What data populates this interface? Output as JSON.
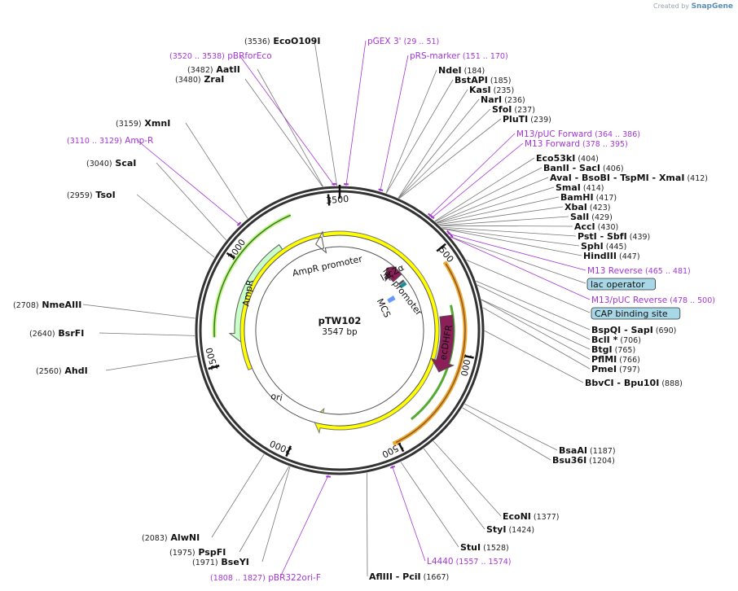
{
  "credit": {
    "prefix": "Created by",
    "brand": "SnapGene"
  },
  "plasmid": {
    "name": "pTW102",
    "length": 3547,
    "length_label": "3547 bp"
  },
  "ticks": [
    "500",
    "1000",
    "1500",
    "2000",
    "2500",
    "3000",
    "3500"
  ],
  "features": [
    {
      "name": "lacZα",
      "color": "#8b1f57"
    },
    {
      "name": "lac promoter",
      "color": "#1a8f99"
    },
    {
      "name": "MCS",
      "color": "#6699ff"
    },
    {
      "name": "ecDHFR",
      "color": "#8b1f57"
    },
    {
      "name": "ori",
      "color": "#ffff00"
    },
    {
      "name": "AmpR",
      "color": "#c9ffc9"
    },
    {
      "name": "AmpR promoter",
      "color": "#ffffff"
    }
  ],
  "labels": [
    {
      "pos": "(3536)",
      "name": "EcoO109I"
    },
    {
      "primer": "pGEX 3'",
      "ppos": "(29 .. 51)"
    },
    {
      "ppos": "(3520 .. 3538)",
      "primer": "pBRforEco"
    },
    {
      "primer": "pRS-marker",
      "ppos": "(151 .. 170)"
    },
    {
      "pos": "(3482)",
      "name": "AatII"
    },
    {
      "pos": "(3480)",
      "name": "ZraI"
    },
    {
      "name": "NdeI",
      "pos": "(184)"
    },
    {
      "name": "BstAPI",
      "pos": "(185)"
    },
    {
      "name": "KasI",
      "pos": "(235)"
    },
    {
      "name": "NarI",
      "pos": "(236)"
    },
    {
      "name": "SfoI",
      "pos": "(237)"
    },
    {
      "name": "PluTI",
      "pos": "(239)"
    },
    {
      "primer": "M13/pUC Forward",
      "ppos": "(364 .. 386)"
    },
    {
      "primer": "M13 Forward",
      "ppos": "(378 .. 395)"
    },
    {
      "pos": "(3159)",
      "name": "XmnI"
    },
    {
      "ppos": "(3110 .. 3129)",
      "primer": "Amp-R"
    },
    {
      "name": "Eco53kI",
      "pos": "(404)"
    },
    {
      "name": "BanII - SacI",
      "pos": "(406)"
    },
    {
      "name": "AvaI - BsoBI - TspMI - XmaI",
      "pos": "(412)"
    },
    {
      "name": "SmaI",
      "pos": "(414)"
    },
    {
      "name": "BamHI",
      "pos": "(417)"
    },
    {
      "name": "XbaI",
      "pos": "(423)"
    },
    {
      "name": "SalI",
      "pos": "(429)"
    },
    {
      "name": "AccI",
      "pos": "(430)"
    },
    {
      "name": "PstI - SbfI",
      "pos": "(439)"
    },
    {
      "name": "SphI",
      "pos": "(445)"
    },
    {
      "name": "HindIII",
      "pos": "(447)"
    },
    {
      "pos": "(3040)",
      "name": "ScaI"
    },
    {
      "pos": "(2959)",
      "name": "TsoI"
    },
    {
      "primer": "M13 Reverse",
      "ppos": "(465 .. 481)"
    },
    {
      "box": "lac operator"
    },
    {
      "primer": "M13/pUC Reverse",
      "ppos": "(478 .. 500)"
    },
    {
      "box": "CAP binding site"
    },
    {
      "name": "BspQI - SapI",
      "pos": "(690)"
    },
    {
      "name": "BclI *",
      "pos": "(706)"
    },
    {
      "name": "BtgI",
      "pos": "(765)"
    },
    {
      "name": "PflMI",
      "pos": "(766)"
    },
    {
      "name": "PmeI",
      "pos": "(797)"
    },
    {
      "name": "BbvCI - Bpu10I",
      "pos": "(888)"
    },
    {
      "pos": "(2708)",
      "name": "NmeAIII"
    },
    {
      "pos": "(2640)",
      "name": "BsrFI"
    },
    {
      "pos": "(2560)",
      "name": "AhdI"
    },
    {
      "name": "BsaAI",
      "pos": "(1187)"
    },
    {
      "name": "Bsu36I",
      "pos": "(1204)"
    },
    {
      "name": "EcoNI",
      "pos": "(1377)"
    },
    {
      "name": "StyI",
      "pos": "(1424)"
    },
    {
      "name": "StuI",
      "pos": "(1528)"
    },
    {
      "primer": "L4440",
      "ppos": "(1557 .. 1574)"
    },
    {
      "name": "AflIII - PciI",
      "pos": "(1667)"
    },
    {
      "pos": "(2083)",
      "name": "AlwNI"
    },
    {
      "pos": "(1975)",
      "name": "PspFI"
    },
    {
      "pos": "(1971)",
      "name": "BseYI"
    },
    {
      "ppos": "(1808 .. 1827)",
      "primer": "pBR322ori-F"
    }
  ]
}
